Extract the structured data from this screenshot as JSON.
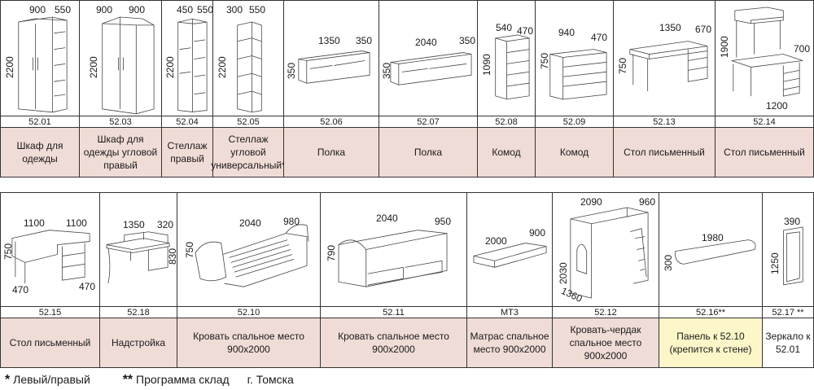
{
  "row1": [
    {
      "code": "52.01",
      "name": "Шкаф для одежды",
      "dims": [
        "900",
        "550",
        "2200"
      ]
    },
    {
      "code": "52.03",
      "name": "Шкаф для одежды угловой правый",
      "dims": [
        "900",
        "900",
        "2200"
      ]
    },
    {
      "code": "52.04",
      "name": "Стеллаж правый",
      "dims": [
        "450",
        "550",
        "2200"
      ]
    },
    {
      "code": "52.05",
      "name": "Стеллаж угловой универсальный*",
      "dims": [
        "300",
        "550",
        "2200"
      ]
    },
    {
      "code": "52.06",
      "name": "Полка",
      "dims": [
        "1350",
        "350",
        "350"
      ]
    },
    {
      "code": "52.07",
      "name": "Полка",
      "dims": [
        "2040",
        "350",
        "350"
      ]
    },
    {
      "code": "52.08",
      "name": "Комод",
      "dims": [
        "540",
        "470",
        "1090"
      ]
    },
    {
      "code": "52.09",
      "name": "Комод",
      "dims": [
        "940",
        "470",
        "750"
      ]
    },
    {
      "code": "52.13",
      "name": "Стол письменный",
      "dims": [
        "1350",
        "670",
        "750"
      ]
    },
    {
      "code": "52.14",
      "name": "Стол письменный",
      "dims": [
        "1900",
        "700",
        "1200"
      ]
    }
  ],
  "row2": [
    {
      "code": "52.15",
      "name": "Стол письменный",
      "dims": [
        "1100",
        "1100",
        "750",
        "470",
        "470"
      ]
    },
    {
      "code": "52.18",
      "name": "Надстройка",
      "dims": [
        "1350",
        "320",
        "830"
      ]
    },
    {
      "code": "52.10",
      "name": "Кровать спальное место 900х2000",
      "dims": [
        "2040",
        "980",
        "750"
      ]
    },
    {
      "code": "52.11",
      "name": "Кровать спальное место 900х2000",
      "dims": [
        "2040",
        "950",
        "790"
      ]
    },
    {
      "code": "МТ3",
      "name": "Матрас спальное место 900х2000",
      "dims": [
        "2000",
        "900"
      ]
    },
    {
      "code": "52.12",
      "name": "Кровать-чердак спальное место 900х2000",
      "dims": [
        "2090",
        "960",
        "2030",
        "1360"
      ]
    },
    {
      "code": "52.16**",
      "name": "Панель к 52.10 (крепится к стене)",
      "dims": [
        "1980",
        "300"
      ]
    },
    {
      "code": "52.17 **",
      "name": "Зеркало к 52.01",
      "dims": [
        "390",
        "1250"
      ]
    }
  ],
  "footer": {
    "note1_mark": "*",
    "note1": "Левый/правый",
    "note2_mark": "**",
    "note2": "Программа склад",
    "note3": "г. Томска"
  },
  "colors": {
    "pink": "#f0dcd6",
    "yellow": "#fdf6c8",
    "line": "#333333"
  }
}
